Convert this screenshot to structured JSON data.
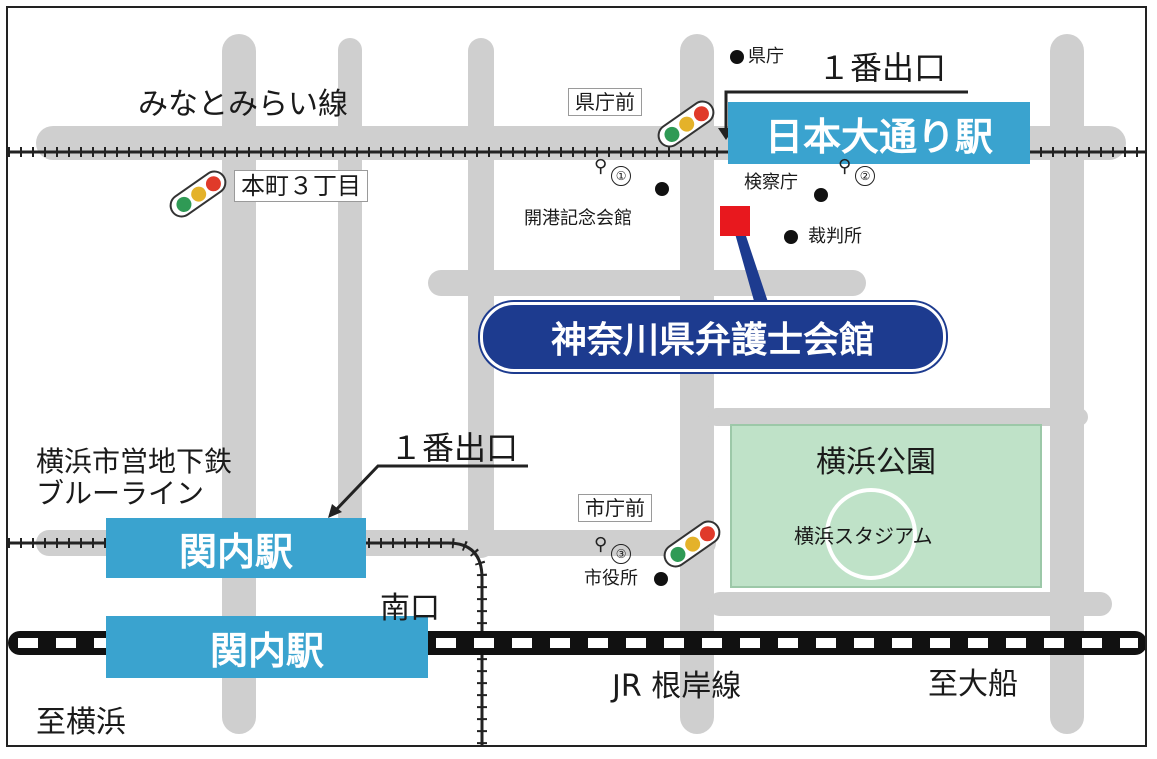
{
  "lines": {
    "minatomirai": "みなとみらい線",
    "blue_line": [
      "横浜市営地下鉄",
      "ブルーライン"
    ],
    "jr": "JR 根岸線",
    "to_ofuna": "至大船",
    "to_yokohama": "至横浜"
  },
  "stations": {
    "nihon_odori": "日本大通り駅",
    "kannai_subway": "関内駅",
    "kannai_jr": "関内駅"
  },
  "exits": {
    "exit1_top": "１番出口",
    "exit1_left": "１番出口",
    "south_exit": "南口"
  },
  "intersections": {
    "kenchomae": "県庁前",
    "honcho3": "本町３丁目",
    "shichomae": "市庁前"
  },
  "landmarks": {
    "kencho": "県庁",
    "kaiko_kinenkan": "開港記念会館",
    "kensatsucho": "検察庁",
    "saibansho": "裁判所",
    "shiyakusho": "市役所",
    "yokohama_park": "横浜公園",
    "yokohama_stadium": "横浜スタジアム"
  },
  "bus_stops": {
    "stop1": "①",
    "stop2": "②",
    "stop3": "③"
  },
  "destination": "神奈川県弁護士会館",
  "colors": {
    "road": "#cfcfcf",
    "station_blue": "#3aa3cf",
    "destination_navy": "#1d3b8f",
    "marker_red": "#e8181e",
    "park_green": "#bfe2c8",
    "signal_red": "#e03a2a",
    "signal_yellow": "#e4b22a",
    "signal_green": "#2f9a55"
  }
}
